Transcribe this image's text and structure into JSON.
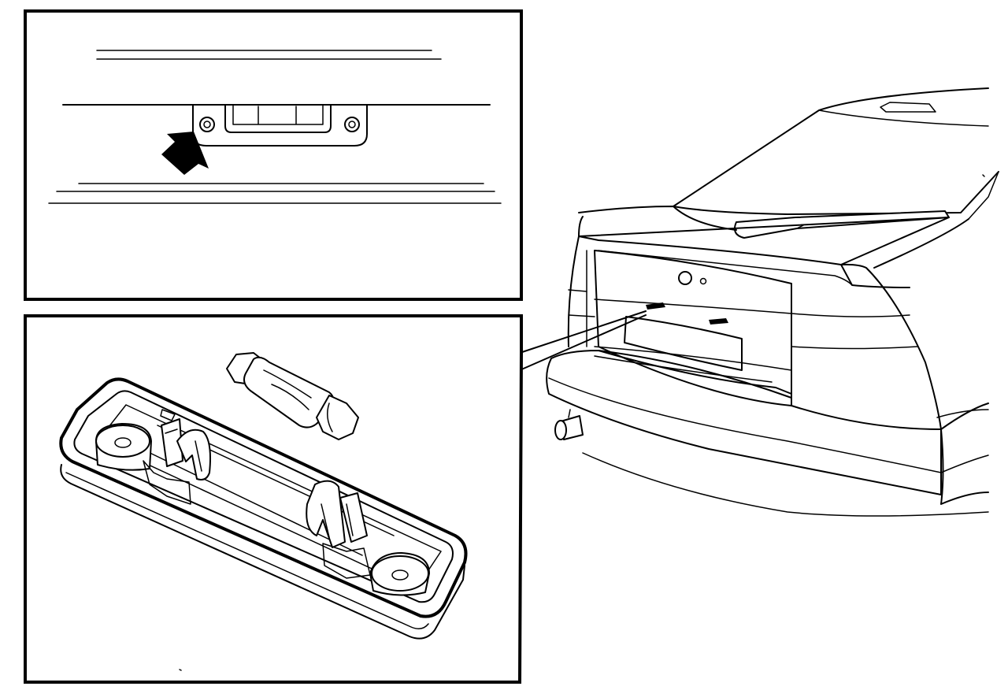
{
  "figure": {
    "type": "technical-line-drawing",
    "panels": [
      "detail-top-lamp-location",
      "detail-bottom-lamp-unit-and-bulb",
      "car-rear-view"
    ]
  },
  "icons": {
    "arrow": "arrow-icon",
    "screw": "screw-icon"
  },
  "colors": {
    "ink": "#000000",
    "paper": "#ffffff"
  }
}
